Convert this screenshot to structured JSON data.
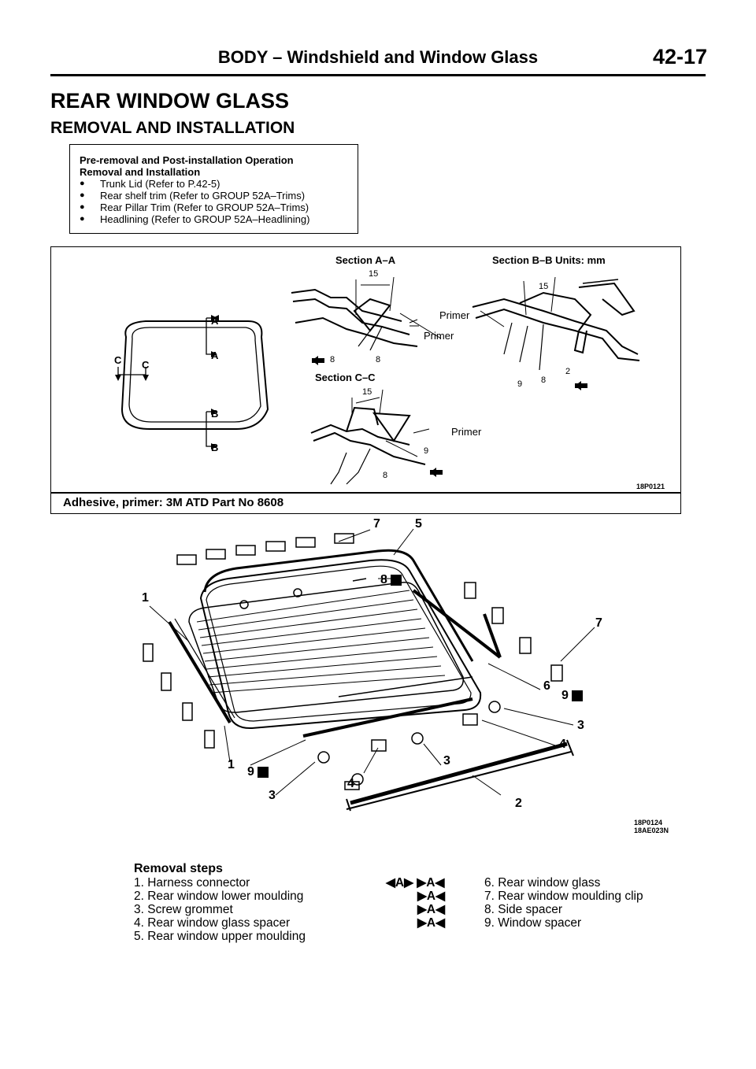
{
  "header": {
    "title": "BODY – Windshield and Window Glass",
    "page": "42-17"
  },
  "title": "REAR WINDOW GLASS",
  "subtitle": "REMOVAL AND INSTALLATION",
  "pre_box": {
    "heading1": "Pre-removal and Post-installation Operation",
    "heading2": "Removal and Installation",
    "items": [
      "Trunk Lid (Refer to P.42-5)",
      "Rear shelf trim (Refer to GROUP 52A–Trims)",
      "Rear Pillar Trim (Refer to GROUP 52A–Trims)",
      "Headlining (Refer to GROUP 52A–Headlining)"
    ]
  },
  "sections": {
    "aa": "Section A–A",
    "bb": "Section B–B Units: mm",
    "cc": "Section C–C",
    "primer": "Primer",
    "n15": "15",
    "n8": "8",
    "n9": "9",
    "n2": "2",
    "A": "A",
    "B": "B",
    "C": "C",
    "code1": "18P0121",
    "adhesive": "Adhesive, primer: 3M ATD Part No 8608"
  },
  "exploded": {
    "codes": [
      "18P0124",
      "18AE023N"
    ],
    "callouts": [
      "1",
      "1",
      "2",
      "3",
      "3",
      "3",
      "4",
      "4",
      "5",
      "6",
      "7",
      "7",
      "8",
      "9",
      "9"
    ]
  },
  "steps": {
    "title": "Removal steps",
    "left": [
      "1. Harness connector",
      "2. Rear window lower moulding",
      "3. Screw grommet",
      "4. Rear window glass spacer",
      "5. Rear window upper moulding"
    ],
    "symbols": [
      "◀A▶  ▶A◀",
      "▶A◀",
      "▶A◀",
      "▶A◀"
    ],
    "right": [
      "6. Rear window glass",
      "7. Rear window moulding clip",
      "8. Side spacer",
      "9. Window spacer"
    ]
  }
}
